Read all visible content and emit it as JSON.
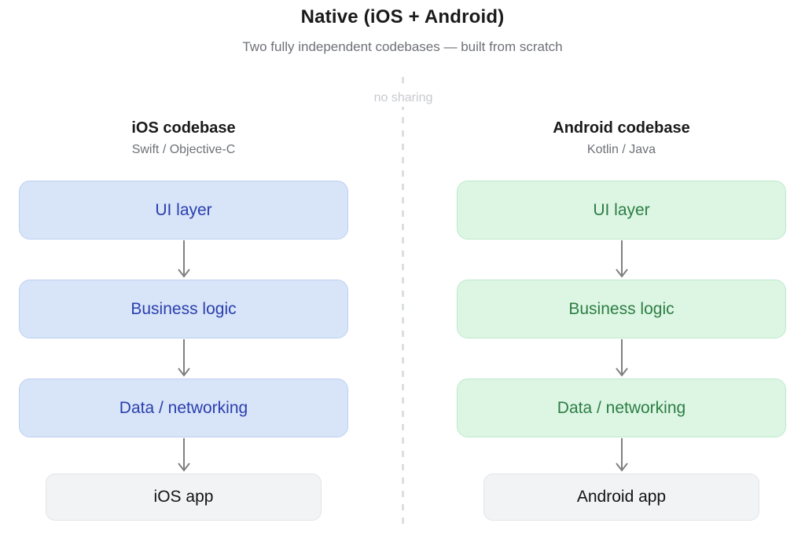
{
  "header": {
    "title": "Native (iOS + Android)",
    "subtitle": "Two fully independent codebases — built from scratch"
  },
  "divider": {
    "label": "no sharing"
  },
  "columns": {
    "ios": {
      "title": "iOS codebase",
      "subtitle": "Swift / Objective-C",
      "layers": [
        "UI layer",
        "Business logic",
        "Data / networking"
      ],
      "app": "iOS app"
    },
    "android": {
      "title": "Android codebase",
      "subtitle": "Kotlin / Java",
      "layers": [
        "UI layer",
        "Business logic",
        "Data / networking"
      ],
      "app": "Android app"
    }
  },
  "colors": {
    "ios_box_bg": "#d8e4f8",
    "ios_box_border": "#bdd1f2",
    "ios_text": "#2a3fae",
    "android_box_bg": "#dcf6e3",
    "android_box_border": "#bfe9cc",
    "android_text": "#2e7d45",
    "app_box_bg": "#f2f3f5",
    "app_box_border": "#e3e5e8",
    "heading_text": "#1a1a1a",
    "muted_text": "#6e7177",
    "divider": "#dcdee2",
    "divider_label": "#c7c9ce",
    "arrow": "#808080"
  }
}
